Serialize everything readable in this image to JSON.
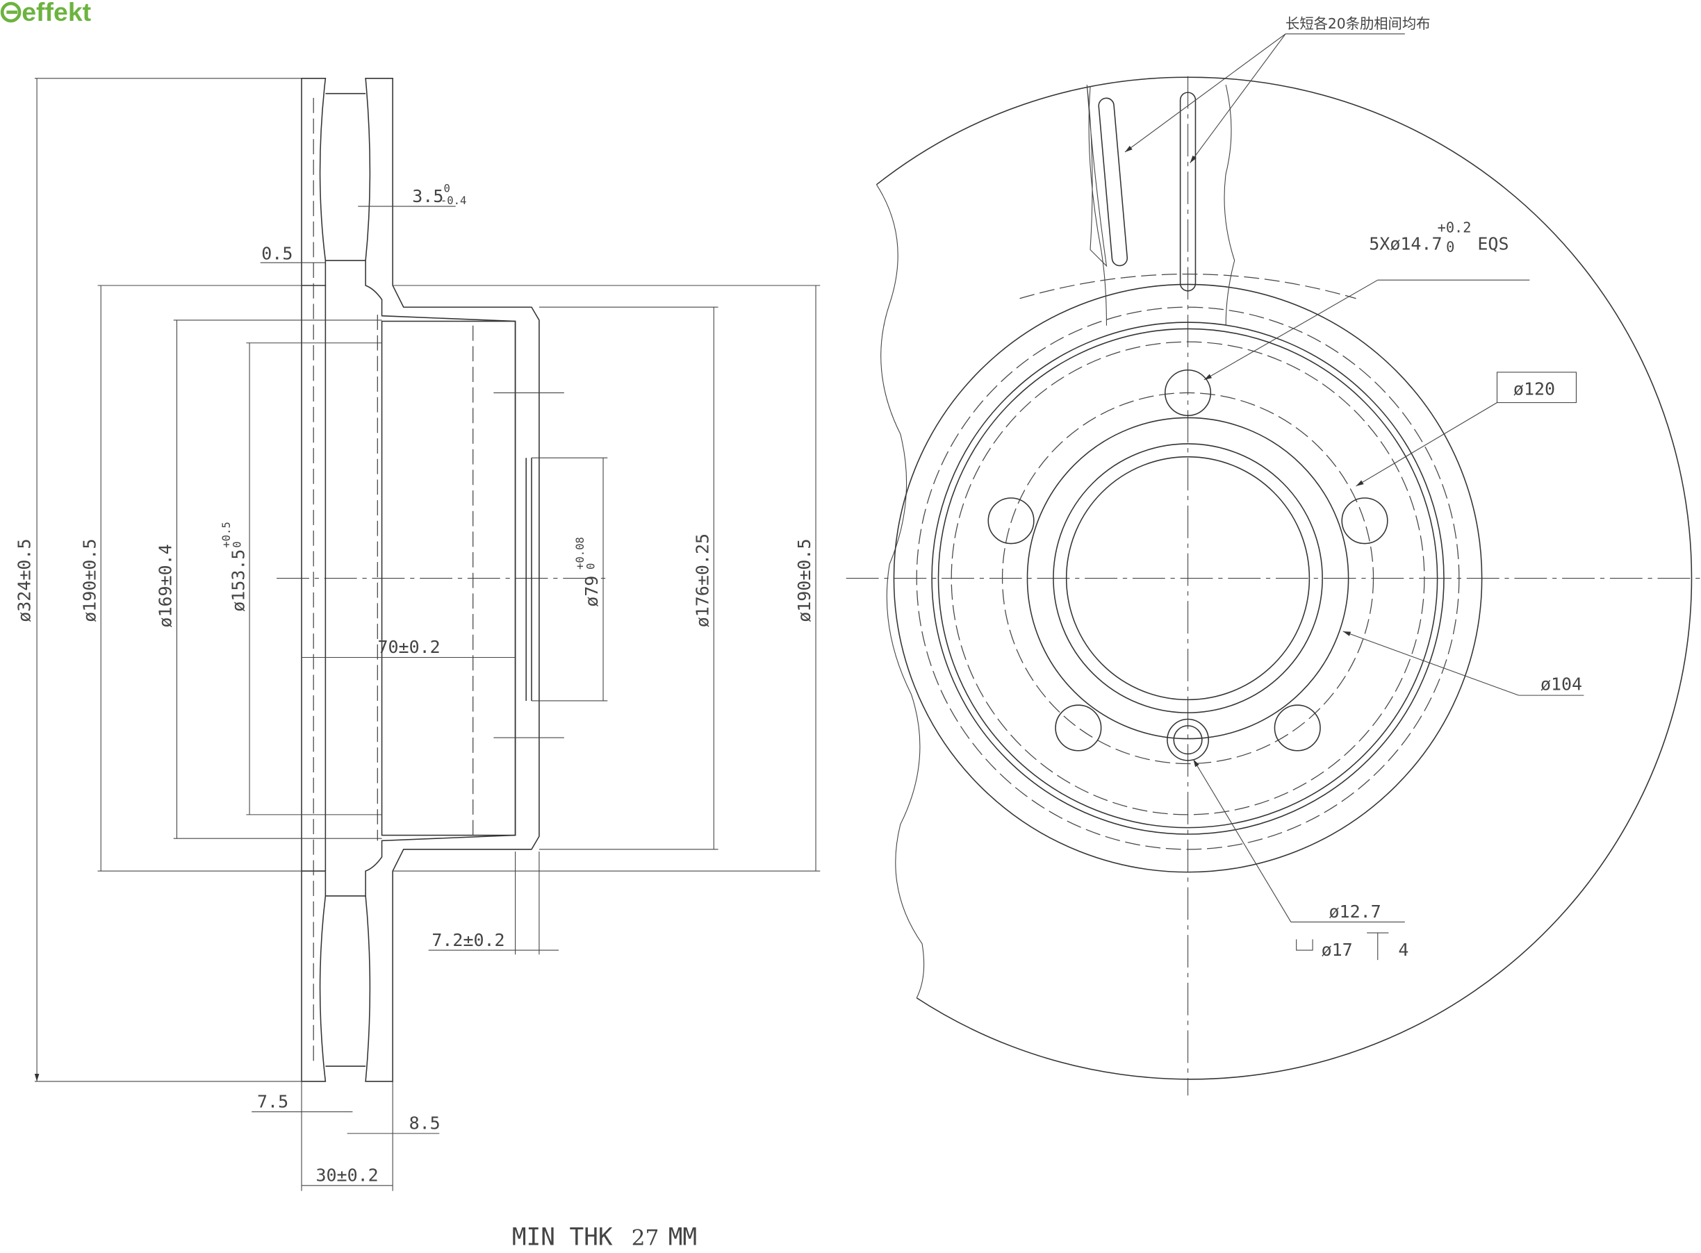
{
  "logo": {
    "text": "effekt",
    "color": "#6cb33f"
  },
  "section_view": {
    "outer_diameter": "ø324±0.5",
    "hat_diameter_left": "ø190±0.5",
    "diameter_169": "ø169±0.4",
    "diameter_153": "ø153.5",
    "diameter_153_tol_upper": "+0.5",
    "diameter_153_tol_lower": "0",
    "center_bore": "ø79",
    "center_bore_tol_upper": "+0.08",
    "center_bore_tol_lower": "0",
    "diameter_176": "ø176±0.25",
    "hat_diameter_right": "ø190±0.5",
    "hat_height": "70±0.2",
    "groove_depth": "3.5",
    "groove_tol_upper": "0",
    "groove_tol_lower": "-0.4",
    "offset": "0.5",
    "flange_thickness": "7.2±0.2",
    "inner_plate": "7.5",
    "outer_plate": "8.5",
    "total_thickness": "30±0.2"
  },
  "min_thickness": {
    "label": "MIN THK",
    "value": "27",
    "unit": "MM"
  },
  "face_view": {
    "rib_note": "长短各20条肋相间均布",
    "bolt_holes": "5Xø14.7",
    "bolt_holes_tol_upper": "+0.2",
    "bolt_holes_tol_lower": "0",
    "bolt_holes_suffix": "EQS",
    "pcd": "ø120",
    "pilot": "ø104",
    "small_hole": "ø12.7",
    "counterbore": "ø17",
    "counterbore_depth": "4"
  }
}
